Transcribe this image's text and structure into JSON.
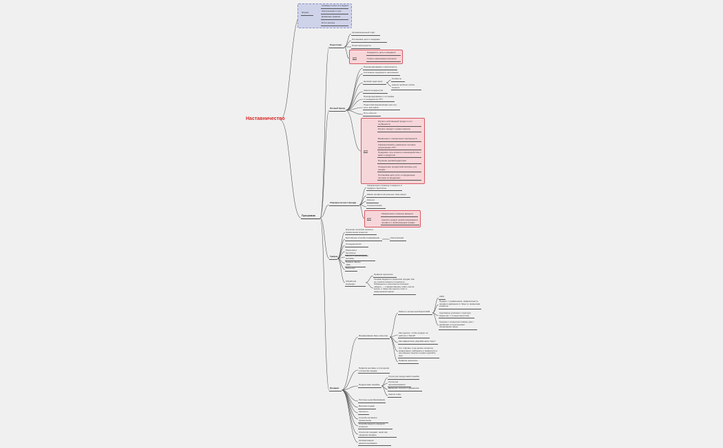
{
  "root": "Наставничество",
  "format": {
    "label": "Формат",
    "items": [
      "Созвоны в zoom 1-2 недели",
      "Консультации в чате",
      "Домашние задания",
      "Итоги месяца"
    ]
  },
  "program": {
    "label": "Программа",
    "sections": {
      "preparation": {
        "label": "Подготовка",
        "items": [
          "Организационный старт",
          "Постановка цели и ожидания",
          "Поиск экспертности"
        ],
        "group_label": "ДЛЯ",
        "group_items": [
          "Определить цель и ожидания",
          "Точка и организация обучения"
        ]
      },
      "brand": {
        "label": "Личный бренд",
        "items": [
          "Позиционирование и экспертность",
          "Системная продукция и наполнение",
          "Целевая аудитория",
          "Анализ конкурентов",
          "Позиционирование и отстройка от конкурентов УТП",
          "Подготовка визуализации для соц. сети, веб-сайта",
          "Путь клиента"
        ],
        "audience_children": [
          "Сегменты",
          "Анализ проблем и боли клиента"
        ],
        "group_label": "ДЛЯ",
        "group_items": [
          "Изучить собственный продукт и его особенности",
          "Изучить продукт и нужно клиента",
          "Выявление и определение преимуществ",
          "Сформулировать уникальное торговое предложение УТП",
          "Продумать путь клиента и взаимодействие с вами и продуктом",
          "Изучение целевой аудитории",
          "Определение продуктовой матрицы для продаж",
          "Постановка цели услуг и определение системы по внедрению"
        ]
      },
      "packaging": {
        "label": "Упаковка личного бренда",
        "items": [
          "Оформление страницы в аккаунте и подарить бесплатно",
          "Шапка профиля актуальные темы акции",
          "Контент",
          "Синхронизация"
        ],
        "group_label": "ДЛЯ",
        "group_items": [
          "Оформление страницы аккаунта",
          "Сделать продукт демонстрируемым в профиле и привлекающим трафик"
        ]
      },
      "traffic": {
        "label": "Трафик",
        "items": [
          "Изучение способов поиска и привлечения клиентов",
          "Бесплатные способы продвижения",
          "Сотрудничество",
          "Рассылка и бесплатно",
          "Запуск и рекомендации рекламы",
          "Прямые эфиры лайв",
          "Рассылки",
          "Обработка входящих"
        ],
        "free_child": "Консультация",
        "handling_children": [
          "Правила переписки",
          "Техники ведения и переписки продаж. Как не утомить клиента и подогреть. Обращение к клиентам на позициях «вверх» — к эффективному ответу как на вызов, а также как сделать ответ к завершенной сделке"
        ]
      },
      "sales": {
        "label": "Продажи",
        "formation": "Формирование базы клиентов",
        "work_with_base": "Работа с клиентской базой CRM",
        "crm": "CRM",
        "crm_children": [
          "Продукт с управлением, эффективность продаж и движения от базы по привычкам клиентов",
          "Сделанные усилием и структура маркетинг с точным контролем",
          "Трекеры с сегментом помощь уже с удобными и структурными пошаговыми тренд"
        ],
        "formation_children": [
          "Как сделать, чтобы продукт ее работал с базой?",
          "Как эффективно разрабатывать базу?",
          "Что отвечать и где делать клиентов, конвертации, наблюдать и превратить в регулярные покупки и нужно сделайте мир",
          "Правила переписки"
        ],
        "recommend": "Правила рекламы и отношения к клиентам продаж",
        "product_line": "Продуктовая линейка",
        "product_children": [
          "Структура продуктовой линейки",
          "Стратегия ценообразования",
          "Движение покупок в двумерном",
          "Анализ темы"
        ],
        "others": [
          "Триггеры ценообразования",
          "Воронка продаж",
          "Чеклисты",
          "Способы активного привлечения",
          "Способы вернуть ушедших клиентов",
          "Стратегии продажи: наши как, «ведения продаж»",
          "Автоматизация: демонстрирование"
        ]
      }
    }
  }
}
